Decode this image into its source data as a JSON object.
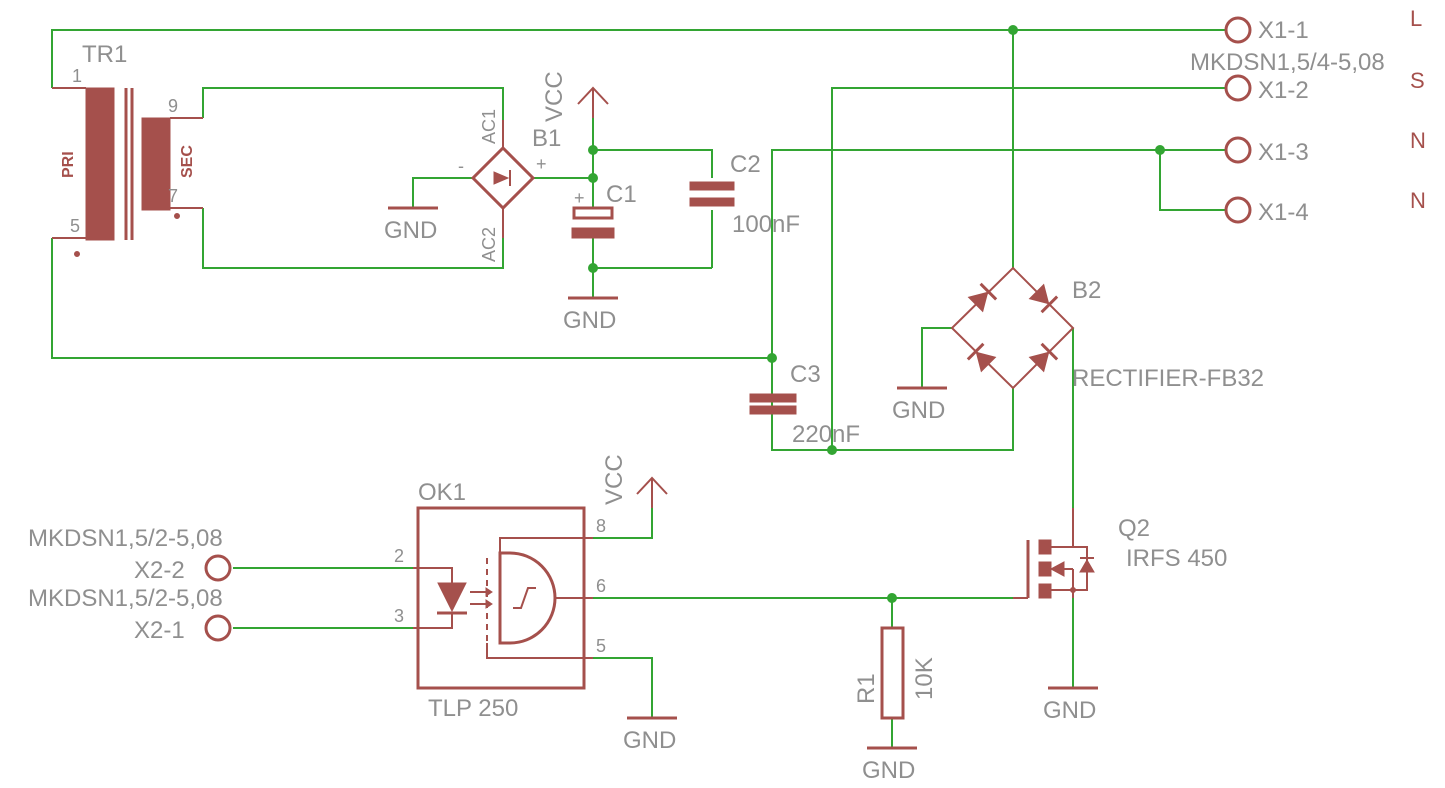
{
  "transformer": {
    "ref": "TR1",
    "pin1": "1",
    "pin5": "5",
    "pin9": "9",
    "pin7": "7",
    "pri": "PRI",
    "sec": "SEC"
  },
  "bridge1": {
    "ref": "B1",
    "ac1": "AC1",
    "ac2": "AC2",
    "minus": "-",
    "plus": "+"
  },
  "c1": {
    "ref": "C1",
    "plus": "+"
  },
  "c2": {
    "ref": "C2",
    "value": "100nF"
  },
  "c3": {
    "ref": "C3",
    "value": "220nF"
  },
  "bridge2": {
    "ref": "B2",
    "value": "RECTIFIER-FB32"
  },
  "connector1": {
    "value": "MKDSN1,5/4-5,08",
    "pins": [
      "X1-1",
      "X1-2",
      "X1-3",
      "X1-4"
    ],
    "notes": [
      "L",
      "S",
      "N",
      "N"
    ]
  },
  "connector2": {
    "value_top": "MKDSN1,5/2-5,08",
    "value_bottom": "MKDSN1,5/2-5,08",
    "pin2": "X2-2",
    "pin1": "X2-1"
  },
  "optocoupler": {
    "ref": "OK1",
    "value": "TLP 250",
    "pins": [
      "2",
      "3",
      "8",
      "6",
      "5"
    ]
  },
  "resistor": {
    "ref": "R1",
    "value": "10K"
  },
  "mosfet": {
    "ref": "Q2",
    "value": "IRFS 450"
  },
  "supply": {
    "vcc": "VCC",
    "gnd": "GND"
  },
  "colors": {
    "wire": "#33a533",
    "symbol": "#a5504c",
    "text": "#8f8f8f"
  }
}
